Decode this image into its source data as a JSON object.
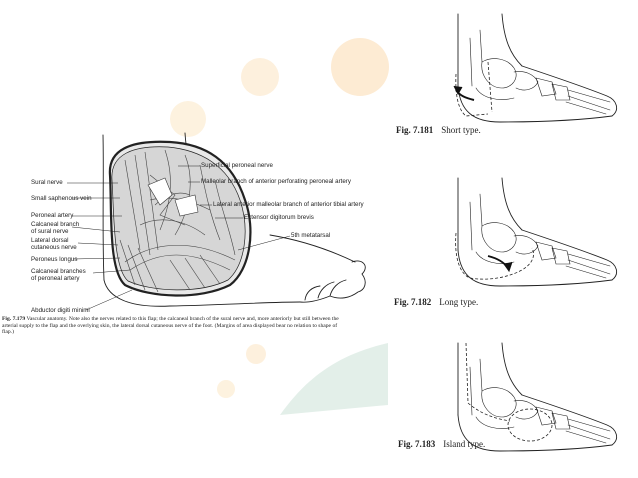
{
  "left_figure": {
    "labels_left": {
      "sural_nerve": "Sural nerve",
      "small_saphenous_vein": "Small saphenous vein",
      "peroneal_artery": "Peroneal artery",
      "calcaneal_branch_sural_1": "Calcaneal branch",
      "calcaneal_branch_sural_2": "of sural nerve",
      "lateral_dorsal_1": "Lateral dorsal",
      "lateral_dorsal_2": "cutaneous nerve",
      "peroneus_longus": "Peroneus longus",
      "calcaneal_branches_1": "Calcaneal branches",
      "calcaneal_branches_2": "of peroneal artery",
      "abductor_digiti_minimi": "Abductor digiti minimi"
    },
    "labels_right": {
      "superficial_peroneal_nerve": "Superficial peroneal nerve",
      "malleolar_branch_perforating": "Malleolar branch of anterior perforating peroneal artery",
      "lateral_anterior_malleolar": "Lateral anterior malleolar branch of anterior tibial artery",
      "extensor_digitorum_brevis": "Extensor digitorum brevis",
      "fifth_metatarsal": "5th metatarsal"
    },
    "caption": {
      "number": "Fig. 7.179",
      "text": "Vascular anatomy. Note also the nerves related to this flap; the calcaneal branch of the sural nerve and, more anteriorly but still between the arterial supply to the flap and the overlying skin, the lateral dorsal cutaneous nerve of the foot. (Margins of area displayed bear no relation to shape of flap.)"
    }
  },
  "right_figures": [
    {
      "number": "Fig. 7.181",
      "title": "Short type."
    },
    {
      "number": "Fig. 7.182",
      "title": "Long type."
    },
    {
      "number": "Fig. 7.183",
      "title": "Island type."
    }
  ],
  "colors": {
    "background": "#ffffff",
    "circle_peach": "#fdebd3",
    "circle_cream": "#fdf2df",
    "wedge_mint": "#e3efe9",
    "line": "#222222"
  }
}
